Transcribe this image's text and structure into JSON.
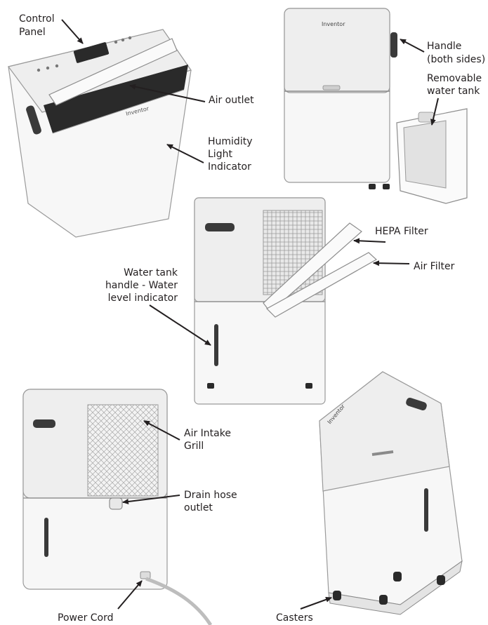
{
  "brand": "Inventor",
  "labels": {
    "control_panel_1": "Control",
    "control_panel_2": "Panel",
    "air_outlet": "Air outlet",
    "humidity_1": "Humidity",
    "humidity_2": "Light",
    "humidity_3": "Indicator",
    "handle_1": "Handle",
    "handle_2": "(both sides)",
    "tank_1": "Removable",
    "tank_2": "water tank",
    "hepa": "HEPA Filter",
    "air_filter": "Air Filter",
    "wt_1": "Water tank",
    "wt_2": "handle - Water",
    "wt_3": "level indicator",
    "intake_1": "Air Intake",
    "intake_2": "Grill",
    "drain_1": "Drain hose",
    "drain_2": "outlet",
    "power_cord": "Power Cord",
    "casters": "Casters"
  }
}
